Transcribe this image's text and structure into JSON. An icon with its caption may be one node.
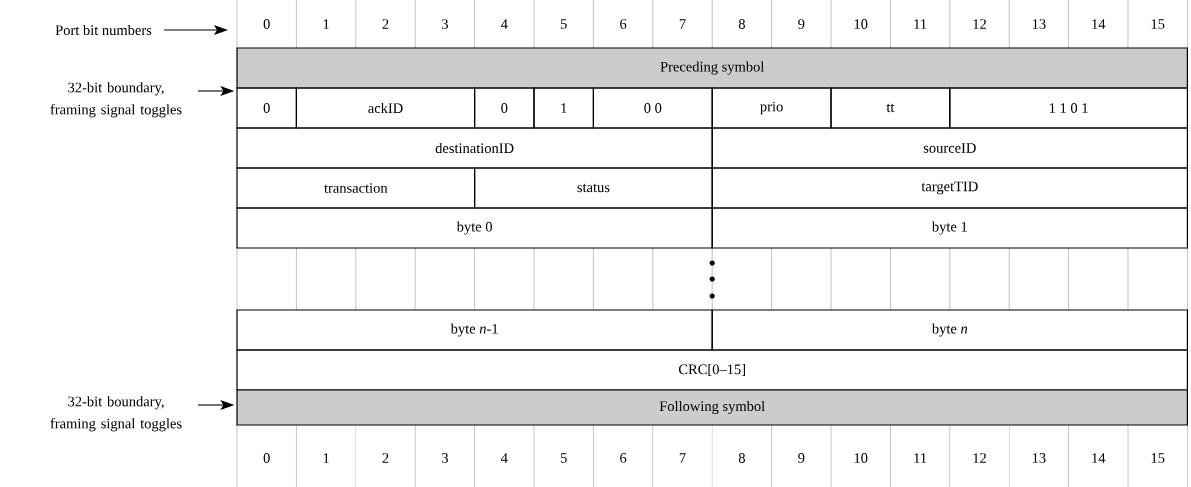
{
  "diagram": {
    "nodes": [
      {
        "text": [
          "Port bit numbers"
        ]
      },
      {
        "text": [
          "Preceding symbol"
        ]
      },
      {
        "text": [
          "32-bit boundary, framing signal toggles"
        ]
      },
      {
        "text": [
          "0"
        ]
      },
      {
        "text": [
          "ackID"
        ]
      },
      {
        "text": [
          "0"
        ]
      },
      {
        "text": [
          "1"
        ]
      },
      {
        "text": [
          "0 0"
        ]
      },
      {
        "text": [
          "prio"
        ]
      },
      {
        "text": [
          "tt"
        ]
      },
      {
        "text": [
          "1 1 0 1"
        ]
      },
      {
        "text": [
          "destinationID"
        ]
      },
      {
        "text": [
          "sourceID"
        ]
      },
      {
        "text": [
          "transaction"
        ]
      },
      {
        "text": [
          "status"
        ]
      },
      {
        "text": [
          "targetTID"
        ]
      },
      {
        "text": [
          "byte 0"
        ]
      },
      {
        "text": [
          "byte 1"
        ]
      },
      {
        "text": [
          "byte *n*-1"
        ]
      },
      {
        "text": [
          "byte *n*"
        ]
      },
      {
        "text": [
          "CRC[0–15]"
        ]
      },
      {
        "text": [
          "32-bit boundary, framing signal toggles"
        ]
      },
      {
        "text": [
          "Following symbol"
        ]
      }
    ],
    "edges": [
      {
        "from": 0,
        "to": null,
        "arrow": "to"
      },
      {
        "from": 2,
        "to": 3,
        "arrow": "to"
      },
      {
        "from": 21,
        "to": 22,
        "arrow": "to"
      }
    ],
    "labels": [
      "0",
      "1",
      "2",
      "3",
      "4",
      "5",
      "6",
      "7",
      "8",
      "9",
      "10",
      "11",
      "12",
      "13",
      "14",
      "15",
      "0",
      "1",
      "2",
      "3",
      "4",
      "5",
      "6",
      "7",
      "8",
      "9",
      "10",
      "11",
      "12",
      "13",
      "14",
      "15"
    ]
  }
}
